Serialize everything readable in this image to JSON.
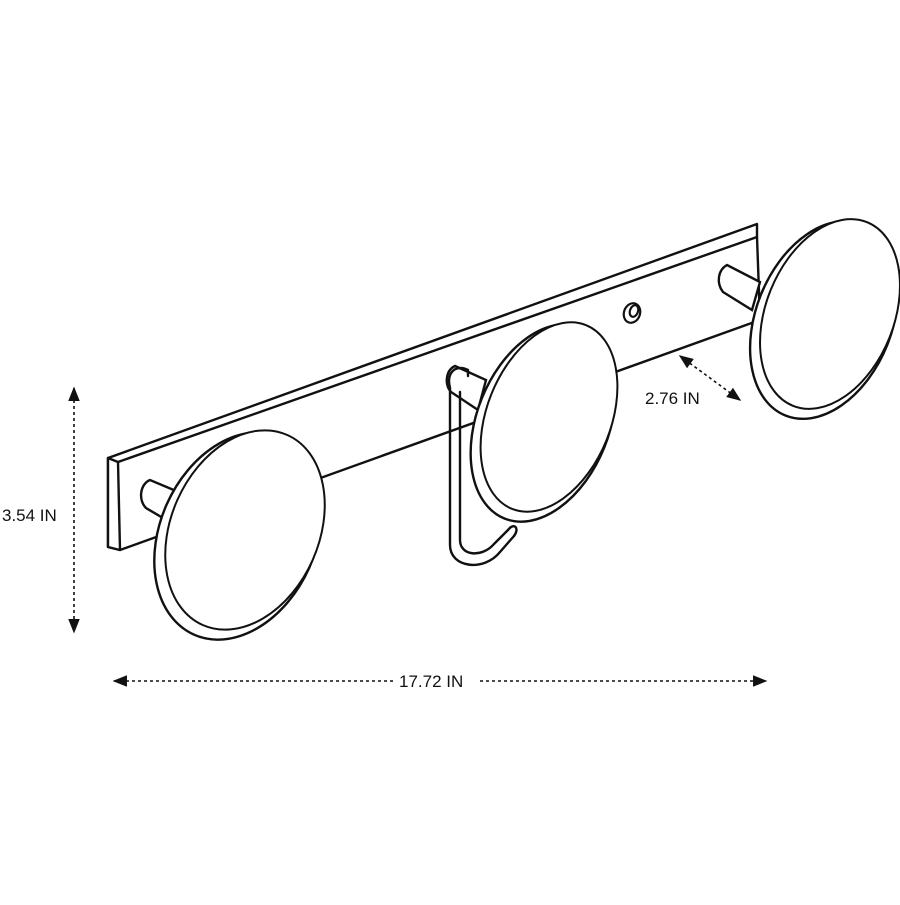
{
  "dimensions": {
    "height_label": "3.54 IN",
    "width_label": "17.72 IN",
    "depth_label": "2.76 IN"
  },
  "colors": {
    "line": "#111111",
    "fill": "#ffffff"
  }
}
